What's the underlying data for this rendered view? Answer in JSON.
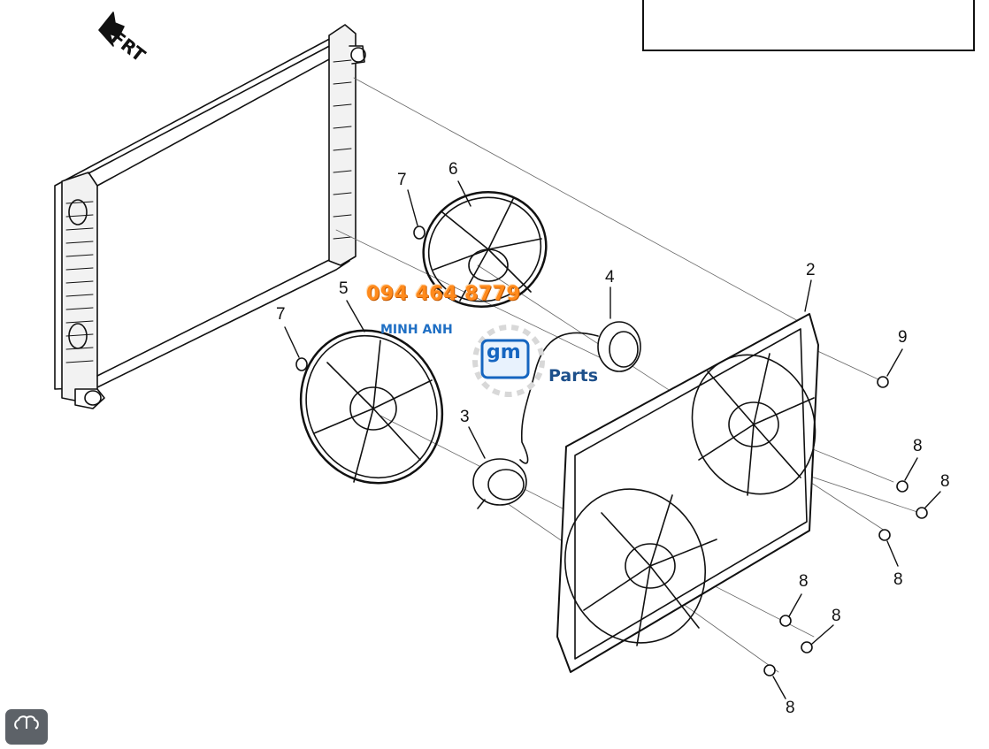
{
  "direction_label": "FRT",
  "callouts": [
    {
      "id": "c2",
      "text": "2"
    },
    {
      "id": "c3",
      "text": "3"
    },
    {
      "id": "c4",
      "text": "4"
    },
    {
      "id": "c5",
      "text": "5"
    },
    {
      "id": "c6",
      "text": "6"
    },
    {
      "id": "c7a",
      "text": "7"
    },
    {
      "id": "c7b",
      "text": "7"
    },
    {
      "id": "c8a",
      "text": "8"
    },
    {
      "id": "c8b",
      "text": "8"
    },
    {
      "id": "c8c",
      "text": "8"
    },
    {
      "id": "c8d",
      "text": "8"
    },
    {
      "id": "c8e",
      "text": "8"
    },
    {
      "id": "c8f",
      "text": "8"
    },
    {
      "id": "c9",
      "text": "9"
    }
  ],
  "watermark": {
    "phone": "094 464 8779",
    "shop": "MINH ANH",
    "brand": "gm",
    "suffix": "Parts",
    "phone_color": "#ff8a1c",
    "brand_color": "#1565c0"
  },
  "icons": {
    "corner_button": "brain-icon"
  }
}
